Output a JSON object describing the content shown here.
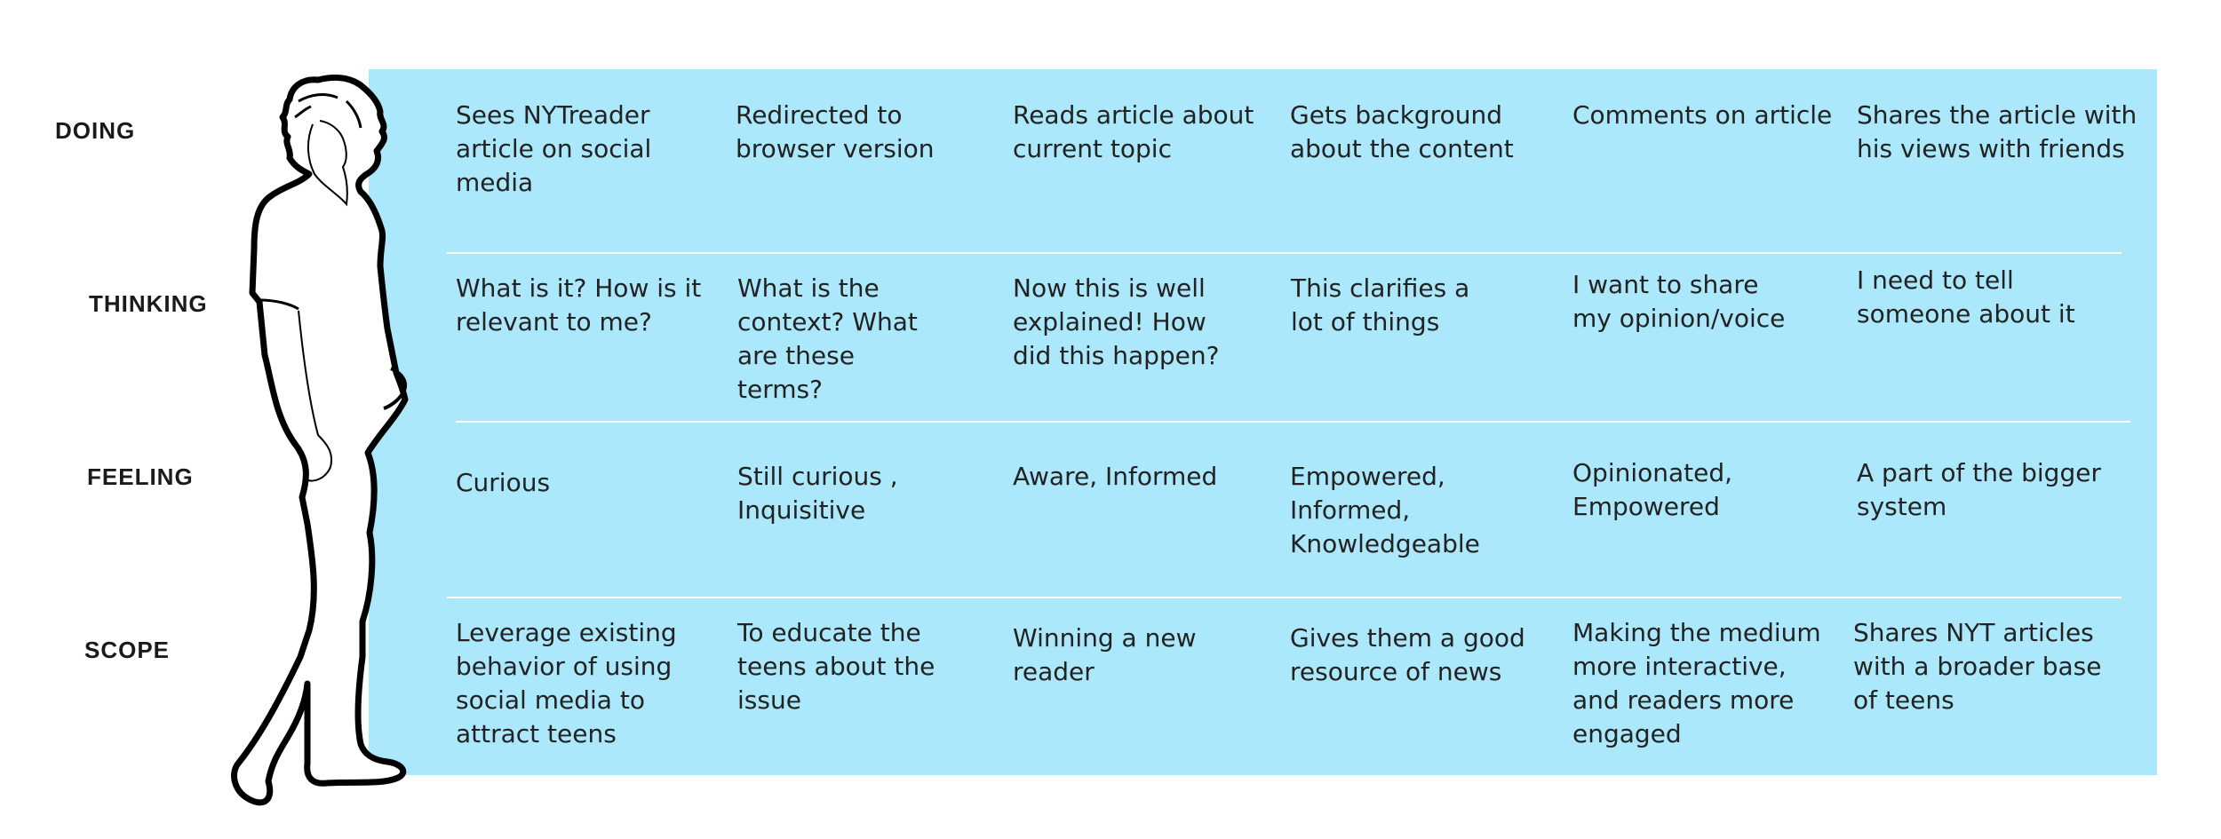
{
  "colors": {
    "panel_background": "#abe8fb",
    "divider": "#ffffff",
    "text": "#222222"
  },
  "icon": "person-silhouette-icon",
  "rows": [
    {
      "label": "DOING",
      "cells": [
        "Sees NYTreader article on social media",
        "Redirected to browser version",
        "Reads article about current topic",
        "Gets background about the content",
        "Comments on article",
        "Shares the article with his views with friends"
      ]
    },
    {
      "label": "THINKING",
      "cells": [
        "What is it? How is it relevant to me?",
        "What is the context? What are these terms?",
        "Now this is well explained! How did this happen?",
        "This clarifies a lot of things",
        "I want to share my opinion/voice",
        "I need to tell someone about it"
      ]
    },
    {
      "label": "FEELING",
      "cells": [
        "Curious",
        "Still curious , Inquisitive",
        "Aware, Informed",
        "Empowered, Informed, Knowledgeable",
        "Opinionated, Empowered",
        "A part of the bigger system"
      ]
    },
    {
      "label": "SCOPE",
      "cells": [
        "Leverage existing behavior of using social media to attract teens",
        "To educate the teens about the issue",
        "Winning a new reader",
        "Gives them a good resource of news",
        "Making the medium more interactive, and readers more engaged",
        "Shares NYT articles with a broader base of teens"
      ]
    }
  ]
}
